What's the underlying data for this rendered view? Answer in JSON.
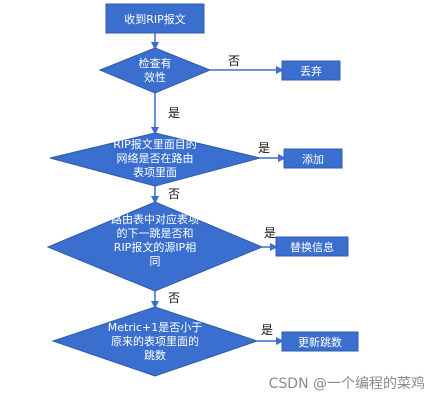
{
  "colors": {
    "shape_fill": "#3b6fcf",
    "shape_stroke": "#2f5ba9",
    "arrow": "#3b6fcf"
  },
  "nodes": {
    "start": "收到RIP报文",
    "check_valid": [
      "检查有",
      "效性"
    ],
    "discard": "丢弃",
    "check_route": [
      "RIP报文里面目的",
      "网络是否在路由",
      "表项里面"
    ],
    "add": "添加",
    "check_nexthop": [
      "路由表中对应表项",
      "的下一跳是否和",
      "RIP报文的源IP相",
      "同"
    ],
    "replace": "替换信息",
    "check_metric": [
      "Metric+1是否小于",
      "原来的表项里面的",
      "跳数"
    ],
    "update": "更新跳数"
  },
  "edge_labels": {
    "valid_no": "否",
    "valid_yes": "是",
    "route_yes": "是",
    "route_no": "否",
    "nexthop_yes": "是",
    "nexthop_no": "否",
    "metric_yes": "是"
  },
  "watermark": "CSDN @一个编程的菜鸡"
}
